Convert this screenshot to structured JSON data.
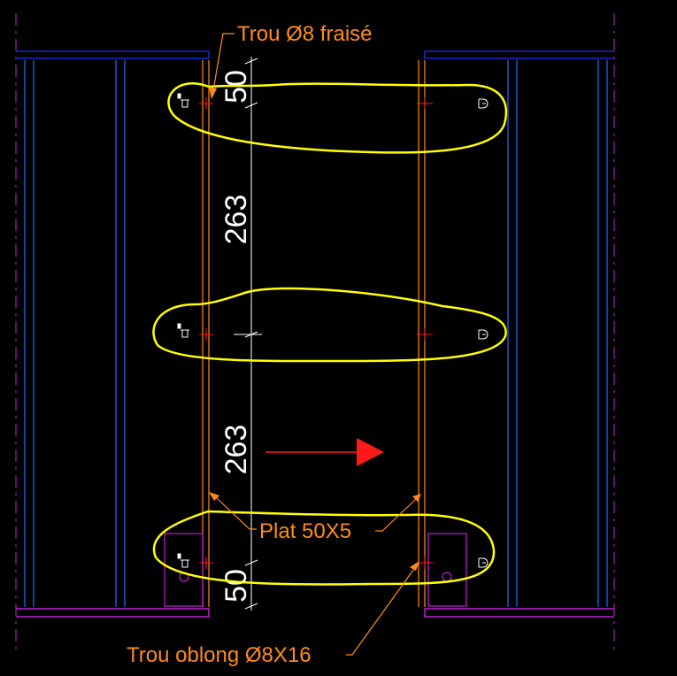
{
  "annotations": {
    "countersunk_hole": "Trou Ø8 fraisé",
    "flat_bar": "Plat 50X5",
    "slotted_hole": "Trou oblong Ø8X16"
  },
  "dimensions": {
    "top_offset": "50",
    "spacing_upper": "263",
    "spacing_lower": "263",
    "bottom_offset": "50"
  },
  "colors": {
    "background": "#000000",
    "frame_blue": "#1f6fff",
    "frame_magenta": "#c21fd6",
    "navy": "#1a2bd0",
    "flat_bar": "#ff8c1a",
    "highlight": "#ffff00",
    "arrow": "#ff1a1a",
    "dimension": "#ffffff"
  },
  "highlights": [
    "fixing-row-top",
    "fixing-row-middle",
    "fixing-row-bottom"
  ]
}
